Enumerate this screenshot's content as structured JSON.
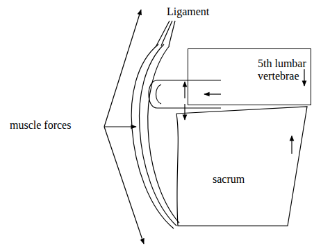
{
  "diagram": {
    "nodes": [
      {
        "text": [
          "5th lumbar vertebrae"
        ]
      },
      {
        "text": [
          "sacrum"
        ]
      }
    ],
    "labels": [
      "Ligament",
      "muscle forces"
    ]
  }
}
